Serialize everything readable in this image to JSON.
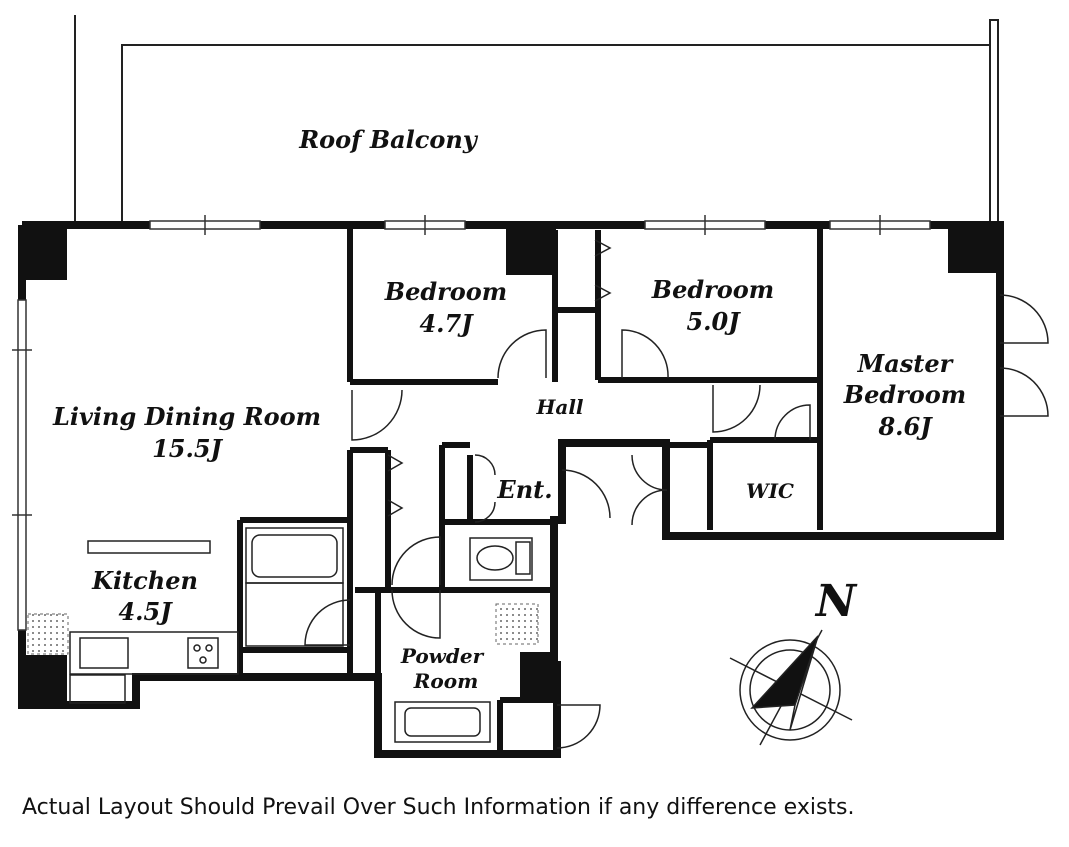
{
  "rooms": {
    "roof_balcony": "Roof Balcony",
    "bedroom_a": {
      "name": "Bedroom",
      "size": "4.7J"
    },
    "bedroom_b": {
      "name": "Bedroom",
      "size": "5.0J"
    },
    "master": {
      "name1": "Master",
      "name2": "Bedroom",
      "size": "8.6J"
    },
    "living": {
      "name": "Living Dining Room",
      "size": "15.5J"
    },
    "hall": "Hall",
    "entrance": "Ent.",
    "wic": "WIC",
    "kitchen": {
      "name": "Kitchen",
      "size": "4.5J"
    },
    "powder": {
      "name1": "Powder",
      "name2": "Room"
    }
  },
  "compass": {
    "north": "N"
  },
  "disclaimer": "Actual Layout Should Prevail Over Such Information if any difference exists.",
  "colors": {
    "wall": "#111111",
    "line": "#222222",
    "background": "#ffffff"
  }
}
